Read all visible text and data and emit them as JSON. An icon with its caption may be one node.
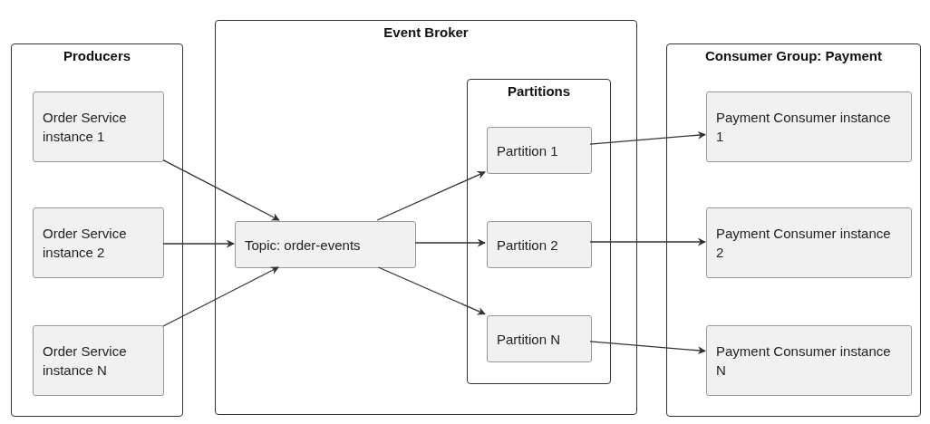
{
  "diagram": {
    "nodes": [
      {
        "text": [
          "Producers"
        ]
      },
      {
        "text": [
          "Order Service instance 1"
        ],
        "in": 0
      },
      {
        "text": [
          "Order Service instance 2"
        ],
        "in": 0
      },
      {
        "text": [
          "Order Service instance N"
        ],
        "in": 0
      },
      {
        "text": [
          "Event Broker"
        ]
      },
      {
        "text": [
          "Topic: order-events"
        ],
        "in": 4
      },
      {
        "text": [
          "Partitions"
        ],
        "in": 4
      },
      {
        "text": [
          "Partition 1"
        ],
        "in": 6
      },
      {
        "text": [
          "Partition 2"
        ],
        "in": 6
      },
      {
        "text": [
          "Partition N"
        ],
        "in": 6
      },
      {
        "text": [
          "Consumer Group: Payment"
        ]
      },
      {
        "text": [
          "Payment Consumer instance 1"
        ],
        "in": 10
      },
      {
        "text": [
          "Payment Consumer instance 2"
        ],
        "in": 10
      },
      {
        "text": [
          "Payment Consumer instance N"
        ],
        "in": 10
      }
    ],
    "edges": [
      {
        "from": 1,
        "to": 5,
        "arrow": "to"
      },
      {
        "from": 2,
        "to": 5,
        "arrow": "to"
      },
      {
        "from": 3,
        "to": 5,
        "arrow": "to"
      },
      {
        "from": 5,
        "to": 7,
        "arrow": "to"
      },
      {
        "from": 5,
        "to": 8,
        "arrow": "to"
      },
      {
        "from": 5,
        "to": 9,
        "arrow": "to"
      },
      {
        "from": 7,
        "to": 11,
        "arrow": "to"
      },
      {
        "from": 8,
        "to": 12,
        "arrow": "to"
      },
      {
        "from": 9,
        "to": 13,
        "arrow": "to"
      }
    ]
  }
}
